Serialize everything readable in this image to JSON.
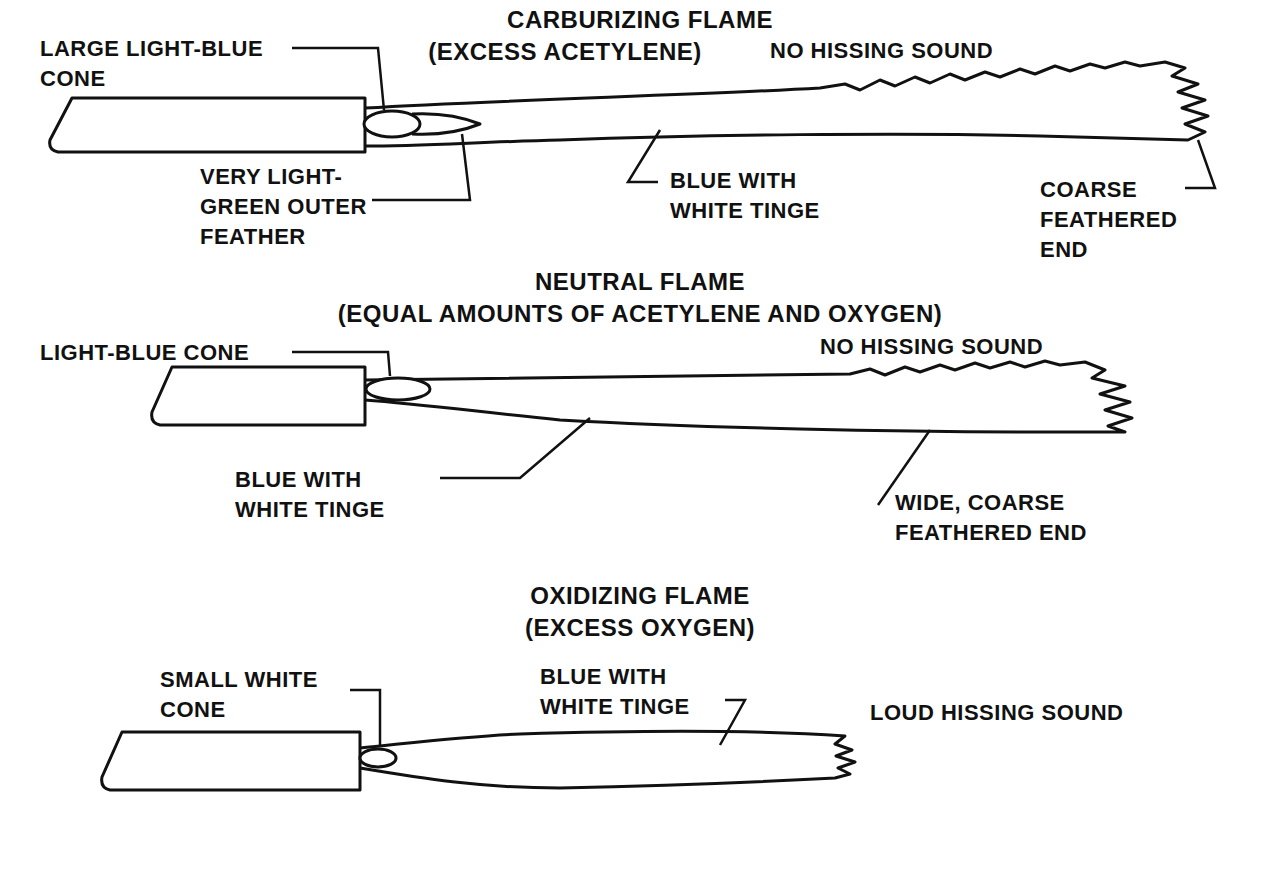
{
  "diagram": {
    "labels": [
      "CARBURIZING FLAME",
      "(EXCESS ACETYLENE)",
      "NO HISSING SOUND",
      "LARGE LIGHT-BLUE CONE",
      "VERY LIGHT-GREEN OUTER FEATHER",
      "BLUE WITH WHITE TINGE",
      "COARSE FEATHERED END",
      "NEUTRAL FLAME",
      "(EQUAL AMOUNTS OF ACETYLENE AND OXYGEN)",
      "NO HISSING SOUND",
      "LIGHT-BLUE CONE",
      "BLUE WITH WHITE TINGE",
      "WIDE, COARSE FEATHERED END",
      "OXIDIZING FLAME",
      "(EXCESS OXYGEN)",
      "SMALL WHITE CONE",
      "BLUE WITH WHITE TINGE",
      "LOUD HISSING SOUND"
    ]
  }
}
